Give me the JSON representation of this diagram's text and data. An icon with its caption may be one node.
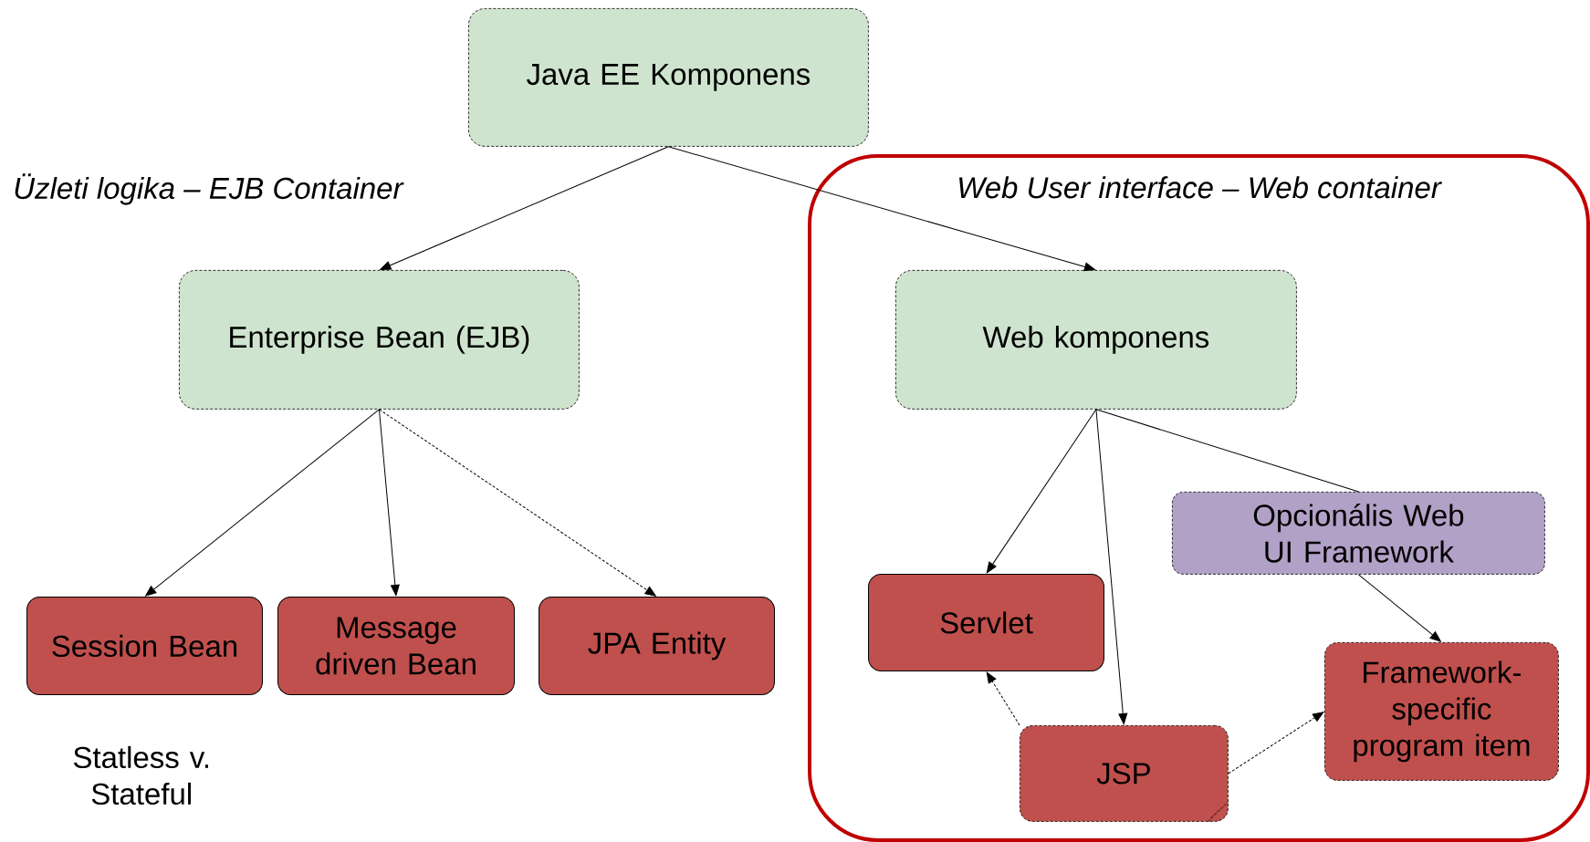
{
  "diagram": {
    "nodes": [
      {
        "text": [
          "Java EE Komponens"
        ]
      },
      {
        "text": [
          "Enterprise Bean (EJB)"
        ]
      },
      {
        "text": [
          "Web User interface – Web container"
        ]
      },
      {
        "text": [
          "Web komponens"
        ],
        "in": 2
      },
      {
        "text": [
          "Session Bean"
        ]
      },
      {
        "text": [
          "Message driven Bean"
        ]
      },
      {
        "text": [
          "JPA Entity"
        ]
      },
      {
        "text": [
          "Servlet"
        ],
        "in": 2
      },
      {
        "text": [
          "Opcionális Web UI Framework"
        ],
        "in": 2
      },
      {
        "text": [
          "JSP"
        ],
        "in": 2
      },
      {
        "text": [
          "Framework-specific program item"
        ],
        "in": 2
      }
    ],
    "edges": [
      {
        "from": 0,
        "to": 1,
        "arrow": "to"
      },
      {
        "from": 0,
        "to": 3,
        "arrow": "to"
      },
      {
        "from": 1,
        "to": 4,
        "arrow": "to"
      },
      {
        "from": 1,
        "to": 5,
        "arrow": "to"
      },
      {
        "from": 1,
        "to": 6,
        "arrow": "to",
        "style": "dashed"
      },
      {
        "from": 3,
        "to": 7,
        "arrow": "to"
      },
      {
        "from": 3,
        "to": 9,
        "arrow": "to"
      },
      {
        "from": 3,
        "to": 8,
        "arrow": "none"
      },
      {
        "from": 8,
        "to": 10,
        "arrow": "to"
      },
      {
        "from": 9,
        "to": 7,
        "arrow": "to",
        "style": "dashed"
      },
      {
        "from": 9,
        "to": 10,
        "arrow": "to",
        "style": "dashed"
      }
    ],
    "labels": [
      "Üzleti logika – EJB Container",
      "Statless v. Stateful"
    ]
  }
}
